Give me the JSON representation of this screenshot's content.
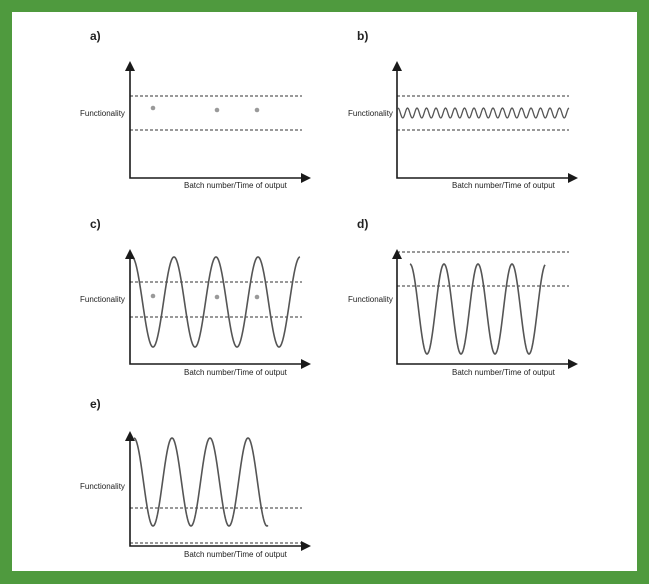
{
  "figure": {
    "colors": {
      "background": "#4f9a3e",
      "panel": "#ffffff",
      "axis": "#1a1a1a",
      "curve": "#555555"
    },
    "panels": [
      {
        "id": "a",
        "label": "a)",
        "ylabel": "Functionality",
        "xlabel": "Batch number/Time of output",
        "content": "discrete points between control limits"
      },
      {
        "id": "b",
        "label": "b)",
        "ylabel": "Functionality",
        "xlabel": "Batch number/Time of output",
        "content": "small oscillation between control limits"
      },
      {
        "id": "c",
        "label": "c)",
        "ylabel": "Functionality",
        "xlabel": "Batch number/Time of output",
        "content": "large oscillation exceeding both limits with points"
      },
      {
        "id": "d",
        "label": "d)",
        "ylabel": "Functionality",
        "xlabel": "Batch number/Time of output",
        "content": "oscillation exceeding lower limit"
      },
      {
        "id": "e",
        "label": "e)",
        "ylabel": "Functionality",
        "xlabel": "Batch number/Time of output",
        "content": "oscillation above upper limit"
      }
    ]
  }
}
